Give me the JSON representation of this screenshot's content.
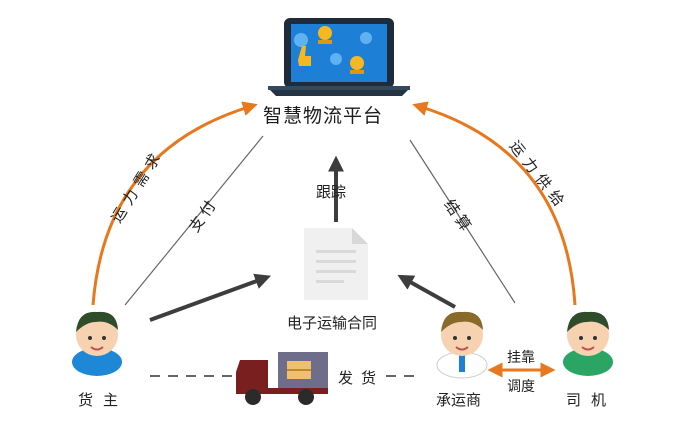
{
  "platform": {
    "title": "智慧物流平台"
  },
  "edges": {
    "left_curve": "运力需求",
    "right_curve": "运力供给",
    "pay": "支付",
    "settle": "结算",
    "track": "跟踪",
    "ship": "发货",
    "hang": "挂靠",
    "dispatch": "调度"
  },
  "center": {
    "contract": "电子运输合同"
  },
  "actors": {
    "shipper": "货主",
    "carrier": "承运商",
    "driver": "司机"
  },
  "colors": {
    "orange": "#e8781e",
    "dark_arrow": "#3d3d3d",
    "line": "#6a6a6a",
    "laptop_screen": "#1e7fd6",
    "truck": "#7a1f1f"
  }
}
